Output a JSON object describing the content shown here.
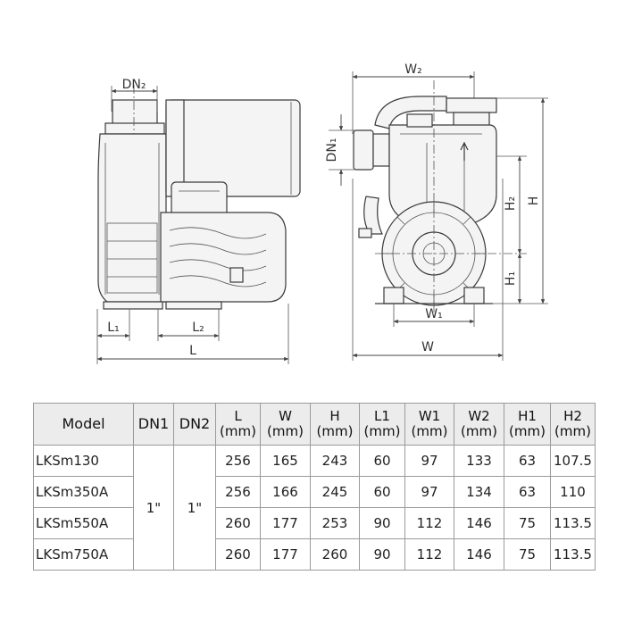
{
  "drawing": {
    "labels": {
      "dn2": "DN₂",
      "dn1": "DN₁",
      "l1": "L₁",
      "l2": "L₂",
      "l": "L",
      "w2": "W₂",
      "w1": "W₁",
      "w": "W",
      "h": "H",
      "h1": "H₁",
      "h2": "H₂"
    }
  },
  "table": {
    "headers": [
      {
        "top": "Model",
        "bottom": ""
      },
      {
        "top": "DN1",
        "bottom": ""
      },
      {
        "top": "DN2",
        "bottom": ""
      },
      {
        "top": "L",
        "bottom": "(mm)"
      },
      {
        "top": "W",
        "bottom": "(mm)"
      },
      {
        "top": "H",
        "bottom": "(mm)"
      },
      {
        "top": "L1",
        "bottom": "(mm)"
      },
      {
        "top": "W1",
        "bottom": "(mm)"
      },
      {
        "top": "W2",
        "bottom": "(mm)"
      },
      {
        "top": "H1",
        "bottom": "(mm)"
      },
      {
        "top": "H2",
        "bottom": "(mm)"
      }
    ],
    "dn1_value": "1\"",
    "dn2_value": "1\"",
    "rows": [
      {
        "model": "LKSm130",
        "L": "256",
        "W": "165",
        "H": "243",
        "L1": "60",
        "W1": "97",
        "W2": "133",
        "H1": "63",
        "H2": "107.5"
      },
      {
        "model": "LKSm350A",
        "L": "256",
        "W": "166",
        "H": "245",
        "L1": "60",
        "W1": "97",
        "W2": "134",
        "H1": "63",
        "H2": "110"
      },
      {
        "model": "LKSm550A",
        "L": "260",
        "W": "177",
        "H": "253",
        "L1": "90",
        "W1": "112",
        "W2": "146",
        "H1": "75",
        "H2": "113.5"
      },
      {
        "model": "LKSm750A",
        "L": "260",
        "W": "177",
        "H": "260",
        "L1": "90",
        "W1": "112",
        "W2": "146",
        "H1": "75",
        "H2": "113.5"
      }
    ]
  }
}
